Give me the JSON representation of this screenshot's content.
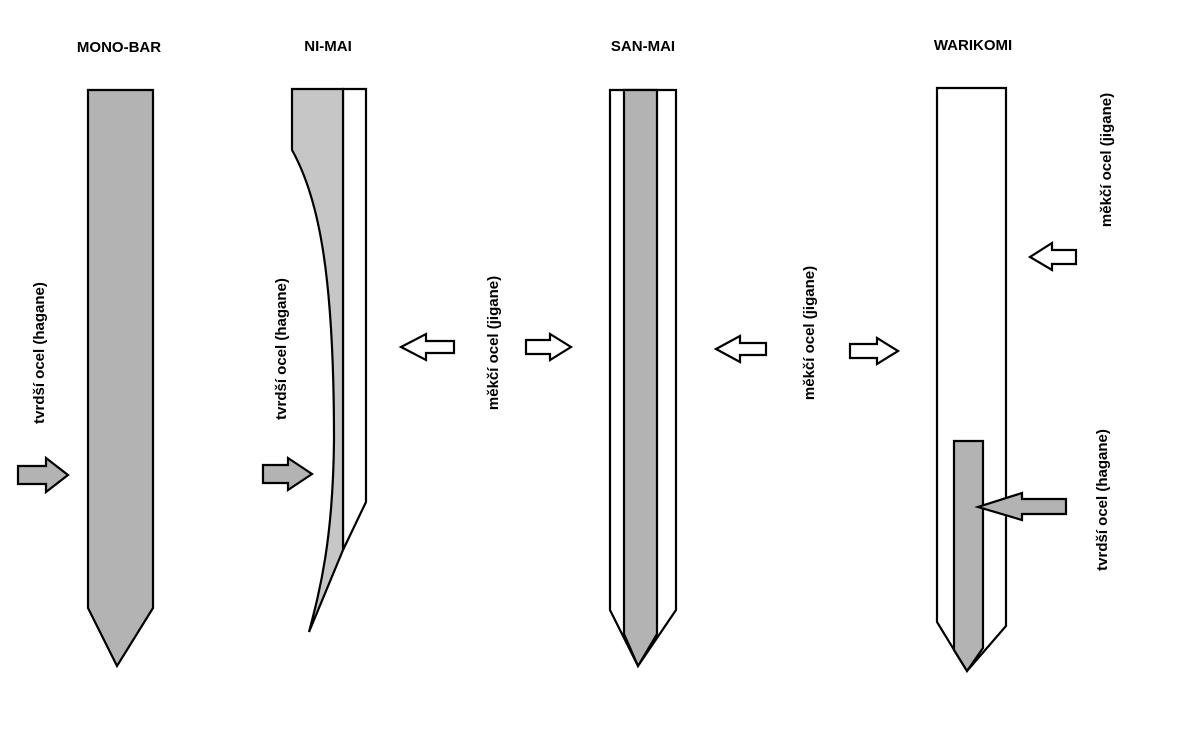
{
  "colors": {
    "hard_steel": "#b3b3b3",
    "hard_steel_light": "#c6c6c6",
    "soft_steel": "#ffffff",
    "outline": "#000000"
  },
  "titles": {
    "mono_bar": "MONO-BAR",
    "ni_mai": "NI-MAI",
    "san_mai": "SAN-MAI",
    "warikomi": "WARIKOMI"
  },
  "labels": {
    "mono_hard": "tvrdší ocel (hagane)",
    "nimai_hard": "tvrdší ocel (hagane)",
    "soft_1": "měkčí ocel (jigane)",
    "soft_2": "měkčí ocel (jigane)",
    "warikomi_soft": "měkčí ocel (jigane)",
    "warikomi_hard": "tvrdší ocel (hagane)"
  }
}
